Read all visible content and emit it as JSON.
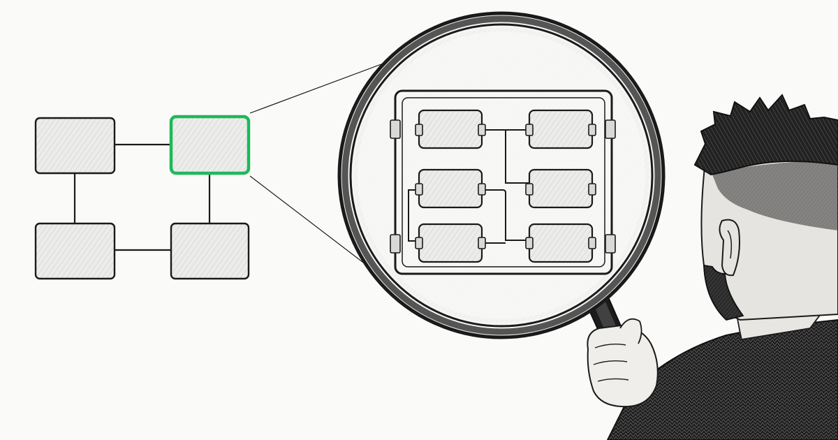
{
  "colors": {
    "background": "#fafaf8",
    "ink": "#1a1a1a",
    "box_fill": "#ebebeb",
    "highlight": "#1fb85a",
    "lens_fill": "#f4f4f2"
  },
  "overview_diagram": {
    "boxes": [
      {
        "id": "top-left",
        "highlighted": false
      },
      {
        "id": "top-right",
        "highlighted": true
      },
      {
        "id": "bottom-left",
        "highlighted": false
      },
      {
        "id": "bottom-right",
        "highlighted": false
      }
    ]
  },
  "zoomed_detail": {
    "modules_left_column": 3,
    "modules_right_column": 3
  },
  "icons": [
    "magnifying-glass-icon",
    "person-figure"
  ]
}
